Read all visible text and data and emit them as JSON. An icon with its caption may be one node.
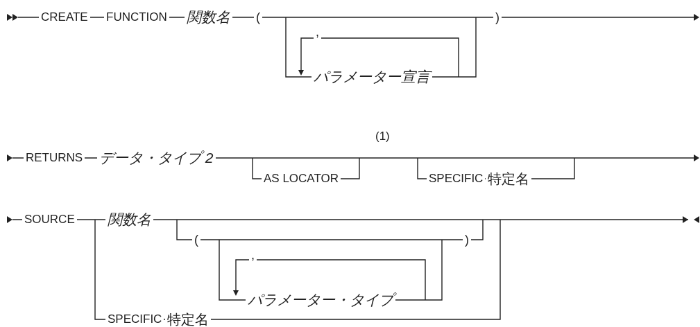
{
  "diagram": {
    "labels": [
      "CREATE",
      "FUNCTION",
      "関数名",
      "(",
      ",",
      "パラメーター宣言",
      ")",
      "(1)",
      "RETURNS",
      "データ・タイプ 2",
      "AS LOCATOR",
      "SPECIFIC",
      "特定名",
      "SOURCE",
      "関数名",
      "(",
      ")",
      ",",
      "パラメーター・タイプ",
      "SPECIFIC",
      "特定名"
    ]
  }
}
